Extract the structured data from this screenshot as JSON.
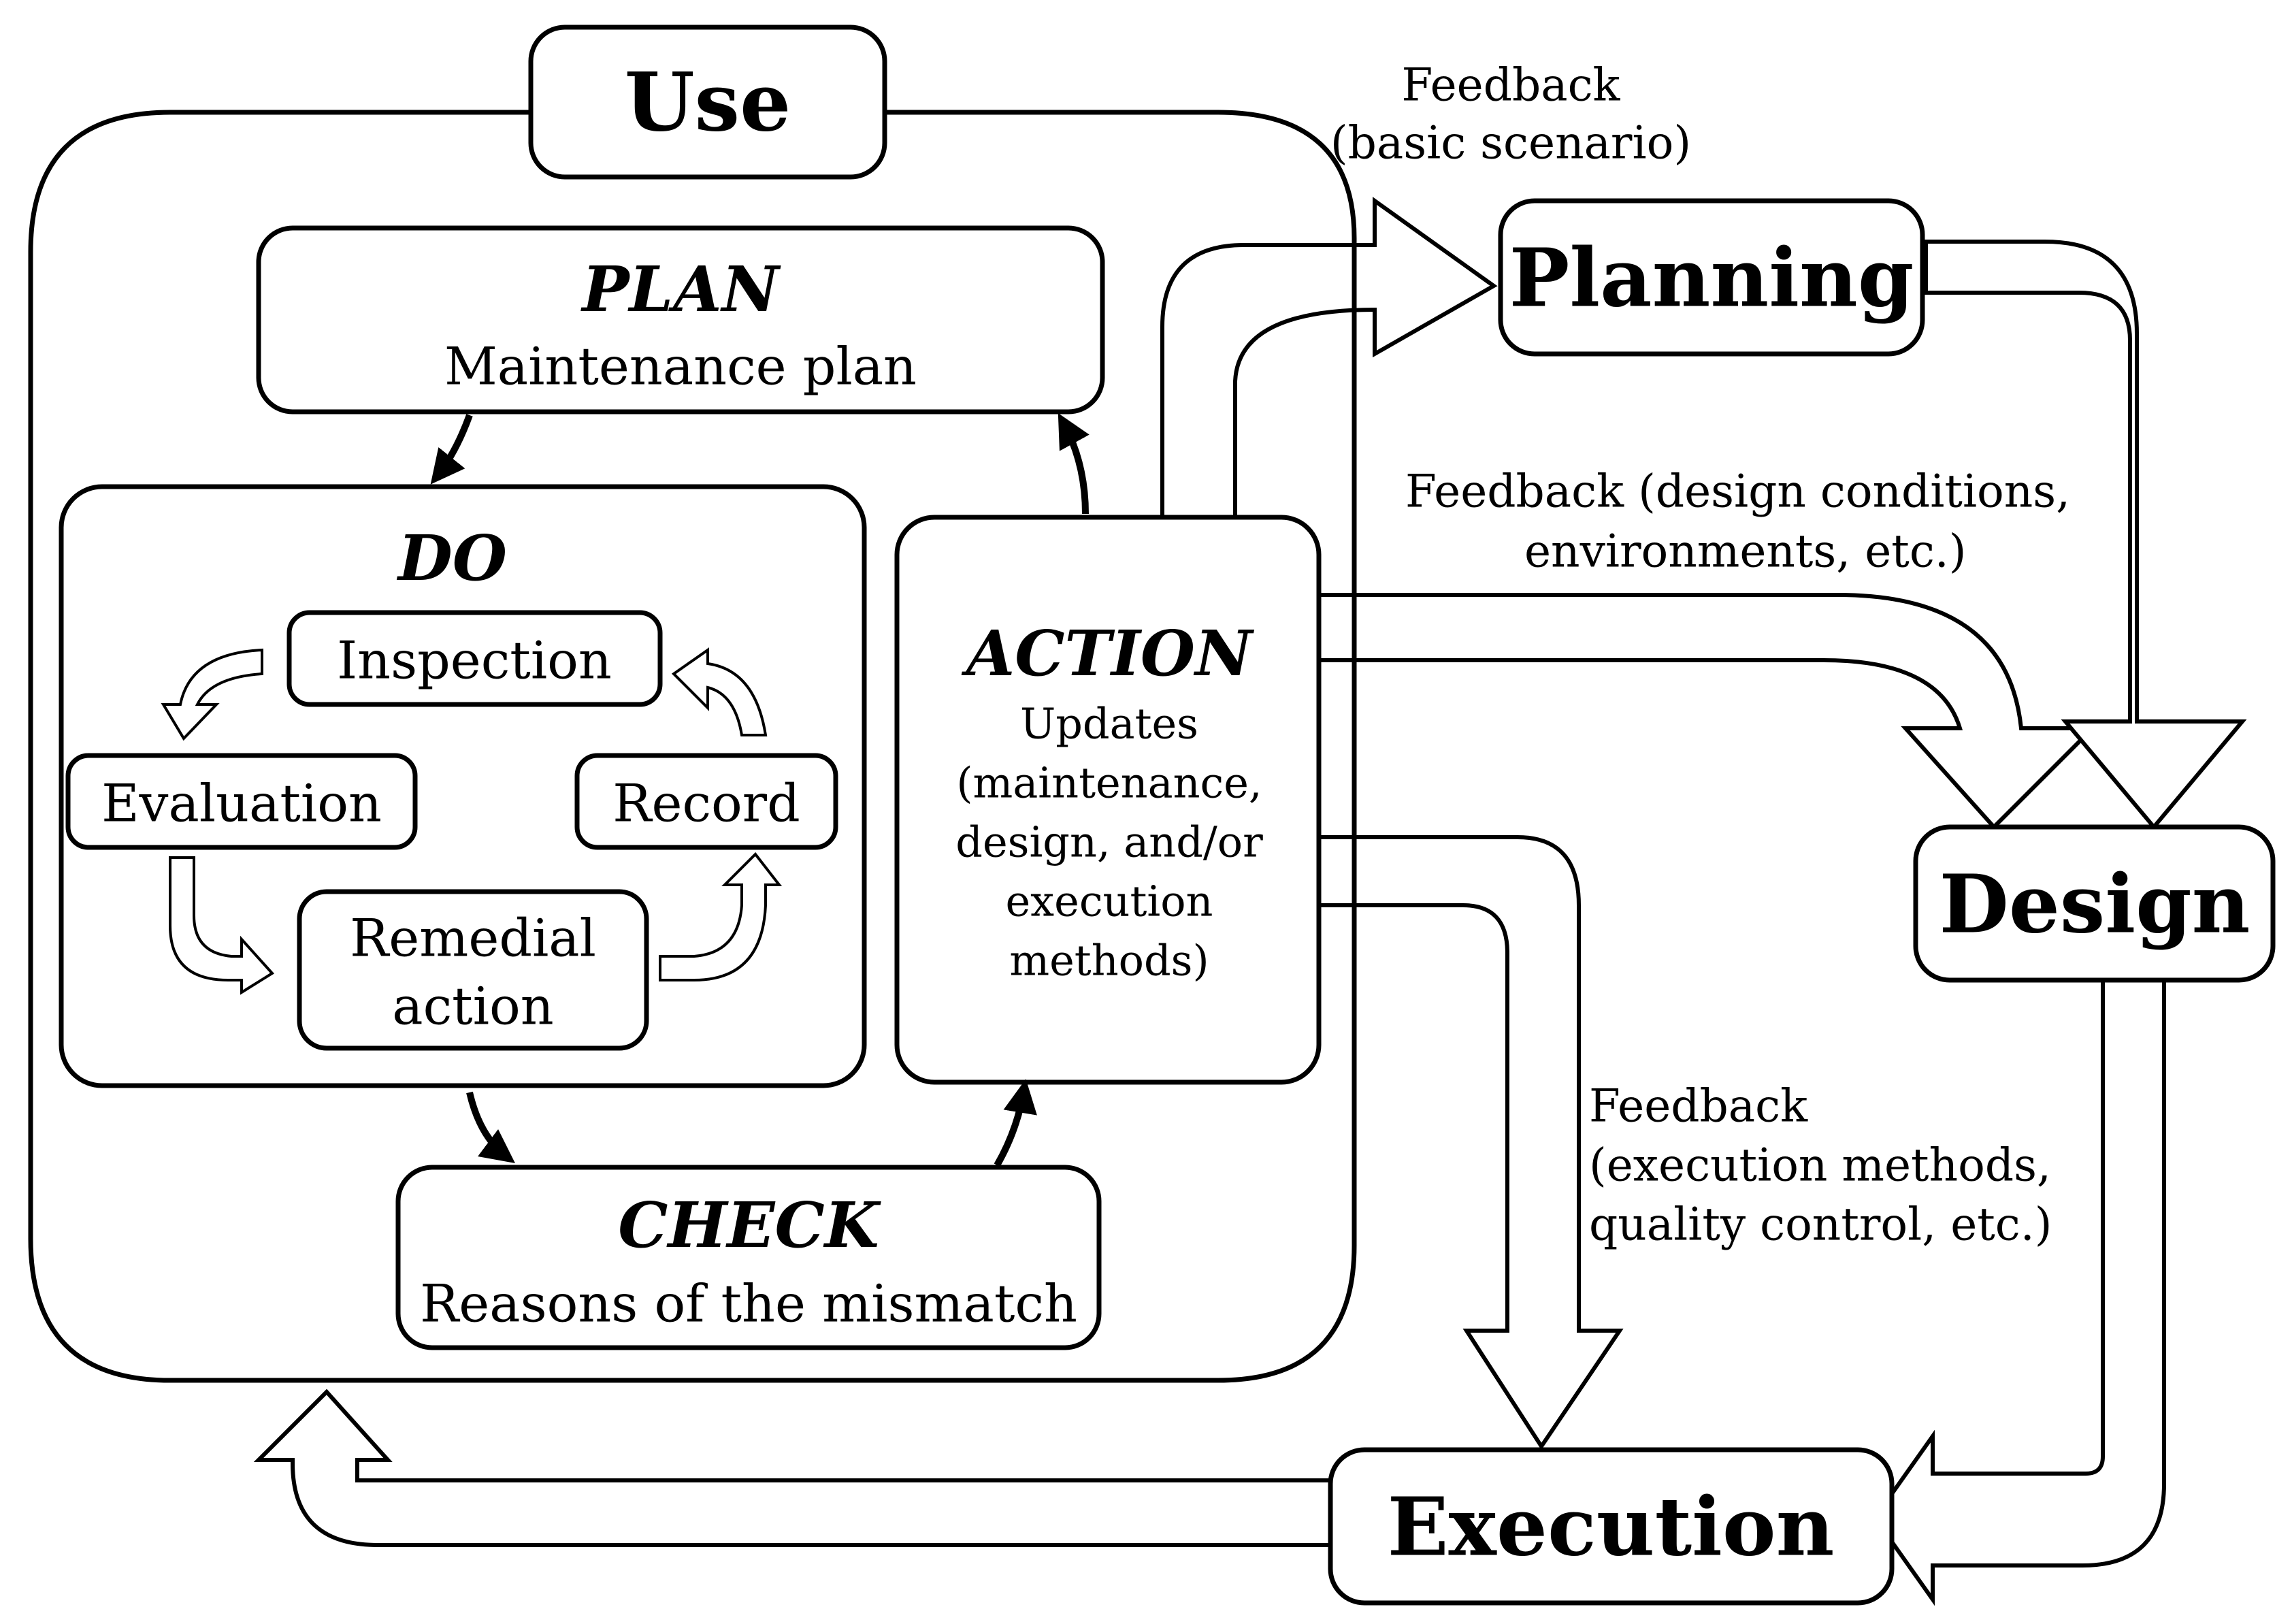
{
  "nodes": {
    "use": "Use",
    "planning": "Planning",
    "design": "Design",
    "execution": "Execution",
    "plan": {
      "title": "PLAN",
      "subtitle": "Maintenance plan"
    },
    "do": {
      "title": "DO"
    },
    "check": {
      "title": "CHECK",
      "subtitle": "Reasons of the mismatch"
    },
    "action": {
      "title": "ACTION",
      "lines": [
        "Updates",
        "(maintenance,",
        "design, and/or",
        "execution",
        "methods)"
      ]
    },
    "do_steps": {
      "inspection": "Inspection",
      "evaluation": "Evaluation",
      "record": "Record",
      "remedial": [
        "Remedial",
        "action"
      ]
    }
  },
  "feedback": {
    "planning": [
      "Feedback",
      "(basic scenario)"
    ],
    "design": [
      "Feedback (design conditions,",
      "environments, etc.)"
    ],
    "execution": [
      "Feedback",
      "(execution methods,",
      "quality control, etc.)"
    ]
  }
}
